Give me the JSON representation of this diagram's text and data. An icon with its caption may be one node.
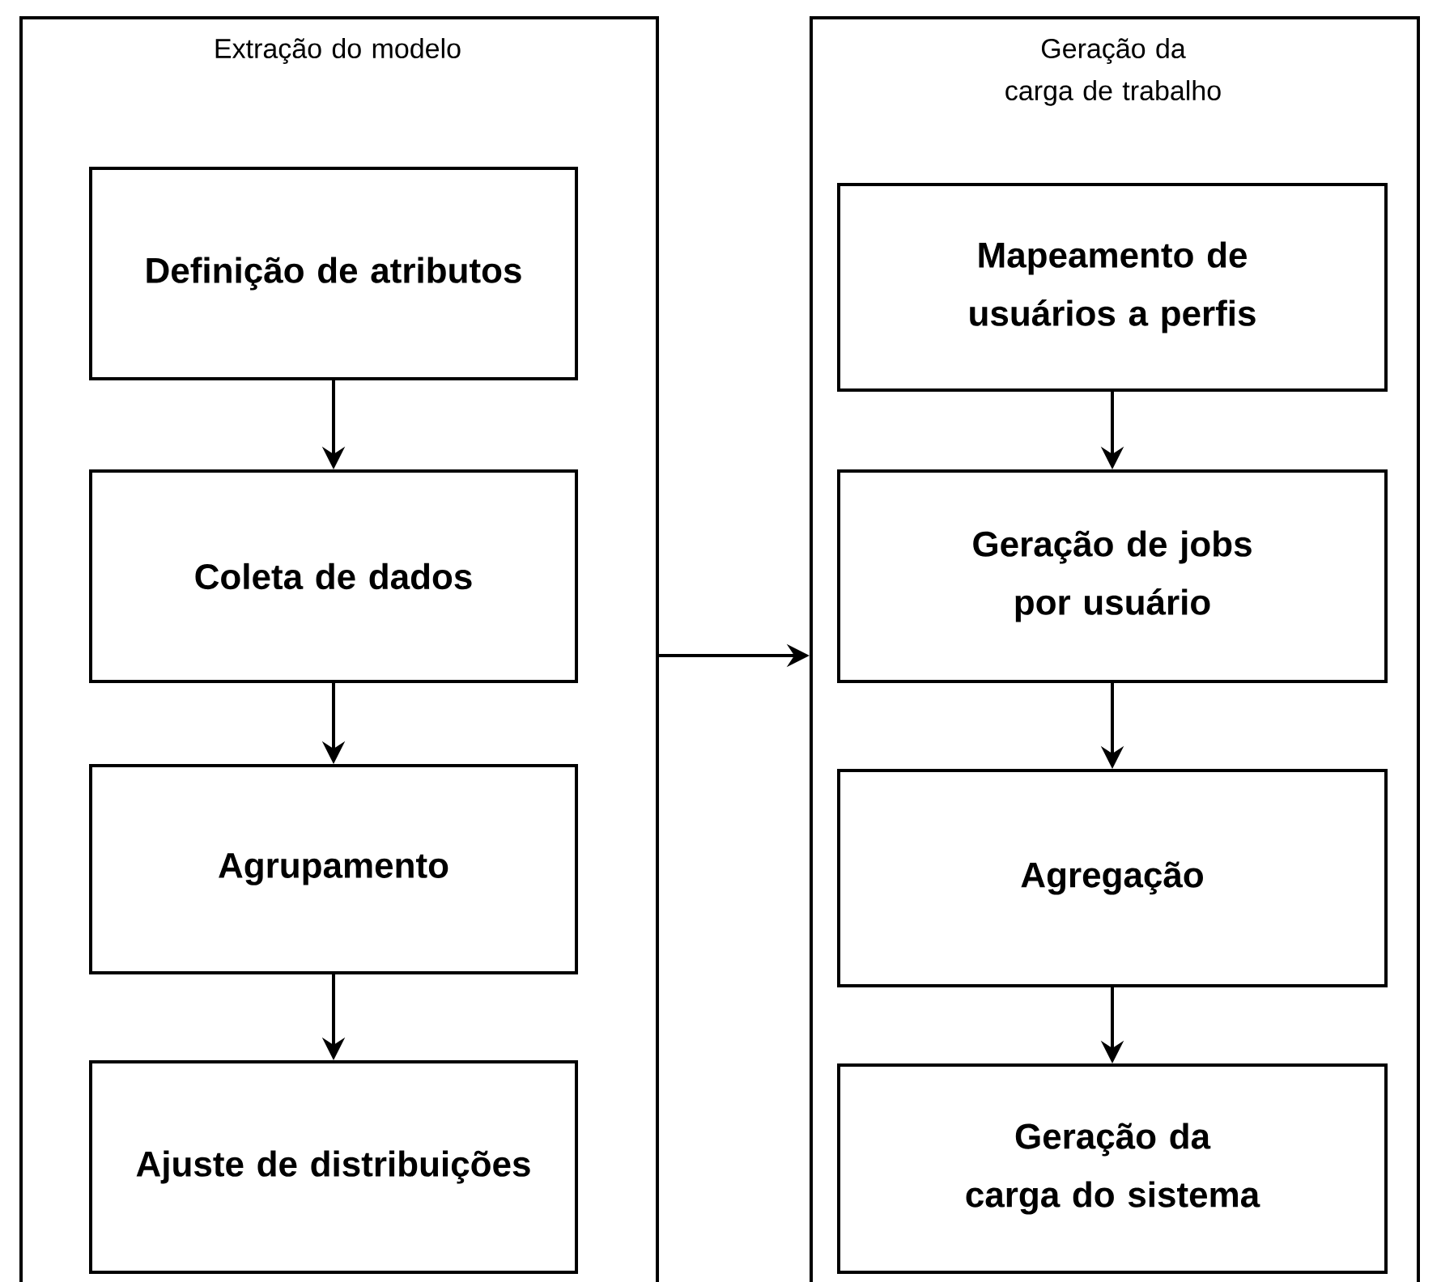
{
  "diagram": {
    "nodes": [
      {
        "text": [
          "Extração do modelo"
        ]
      },
      {
        "text": [
          "Definição de atributos"
        ],
        "in": 0
      },
      {
        "text": [
          "Coleta de dados"
        ],
        "in": 0
      },
      {
        "text": [
          "Agrupamento"
        ],
        "in": 0
      },
      {
        "text": [
          "Ajuste de distribuições"
        ],
        "in": 0
      },
      {
        "text": [
          "Geração da carga de trabalho"
        ]
      },
      {
        "text": [
          "Mapeamento de usuários a perfis"
        ],
        "in": 5
      },
      {
        "text": [
          "Geração de jobs por usuário"
        ],
        "in": 5
      },
      {
        "text": [
          "Agregação"
        ],
        "in": 5
      },
      {
        "text": [
          "Geração da carga do sistema"
        ],
        "in": 5
      }
    ],
    "edges": [
      {
        "from": 1,
        "to": 2,
        "arrow": "to"
      },
      {
        "from": 2,
        "to": 3,
        "arrow": "to"
      },
      {
        "from": 3,
        "to": 4,
        "arrow": "to"
      },
      {
        "from": 0,
        "to": 5,
        "arrow": "to"
      },
      {
        "from": 6,
        "to": 7,
        "arrow": "to"
      },
      {
        "from": 7,
        "to": 8,
        "arrow": "to"
      },
      {
        "from": 8,
        "to": 9,
        "arrow": "to"
      }
    ]
  }
}
